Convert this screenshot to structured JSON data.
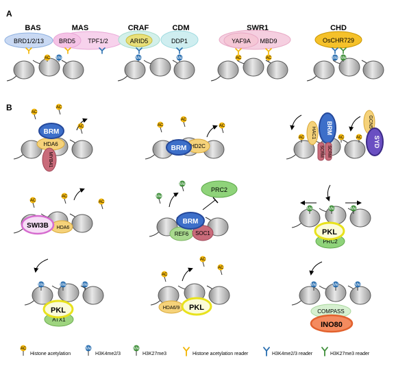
{
  "panel_a": {
    "letter": "A",
    "groups": [
      {
        "title": "BAS",
        "proteins": [
          "BRD1/2/13"
        ]
      },
      {
        "title": "MAS",
        "proteins": [
          "BRD5",
          "TPF1/2"
        ]
      },
      {
        "title": "CRAF",
        "proteins": [
          "ARID5"
        ]
      },
      {
        "title": "CDM",
        "proteins": [
          "DDP1"
        ]
      },
      {
        "title": "SWR1",
        "proteins": [
          "YAF9A",
          "MBD9"
        ]
      },
      {
        "title": "CHD",
        "proteins": [
          "OsCHR729"
        ]
      }
    ]
  },
  "panel_b": {
    "letter": "B",
    "cells": [
      {
        "id": "brm-hda6",
        "labels": [
          "BRM",
          "HDA6",
          "MYB41"
        ]
      },
      {
        "id": "brm-hd2c",
        "labels": [
          "BRM",
          "HD2C"
        ]
      },
      {
        "id": "brm-hac1",
        "labels": [
          "HAC1",
          "BRM",
          "SCRM",
          "SCRM",
          "GCN5",
          "SYD"
        ]
      },
      {
        "id": "swi3b",
        "labels": [
          "SWI3B",
          "HDA6"
        ]
      },
      {
        "id": "brm-prc2",
        "labels": [
          "PRC2",
          "BRM",
          "REF6",
          "SOC1"
        ]
      },
      {
        "id": "pkl-prc2",
        "labels": [
          "PKL",
          "PRC2"
        ]
      },
      {
        "id": "pkl-atx1",
        "labels": [
          "PKL",
          "ATX1"
        ]
      },
      {
        "id": "pkl-hda69",
        "labels": [
          "HDA6/9",
          "PKL"
        ]
      },
      {
        "id": "ino80",
        "labels": [
          "COMPASS",
          "INO80"
        ]
      }
    ]
  },
  "marks": {
    "ac": "AC",
    "me": "Me"
  },
  "legend": [
    {
      "icon": "histone-acetylation-icon",
      "label": "Histone acetylation"
    },
    {
      "icon": "h3k4me23-icon",
      "label": "H3K4me2/3"
    },
    {
      "icon": "h3k27me3-icon",
      "label": "H3K27me3"
    },
    {
      "icon": "acetylation-reader-icon",
      "label": "Histone acetylation reader"
    },
    {
      "icon": "h3k4-reader-icon",
      "label": "H3K4me2/3 reader"
    },
    {
      "icon": "h3k27-reader-icon",
      "label": "H3K27me3 reader"
    }
  ],
  "colors": {
    "acetyl_yellow": "#f5b90f",
    "me_blue": "#2a6fb0",
    "me_green": "#3f8f3a",
    "brm_blue": "#3d6fc9",
    "pink_pale": "#f4c4d6",
    "salmon": "#f08a6a",
    "light_green": "#9ed47f",
    "rose": "#c96b7a"
  }
}
